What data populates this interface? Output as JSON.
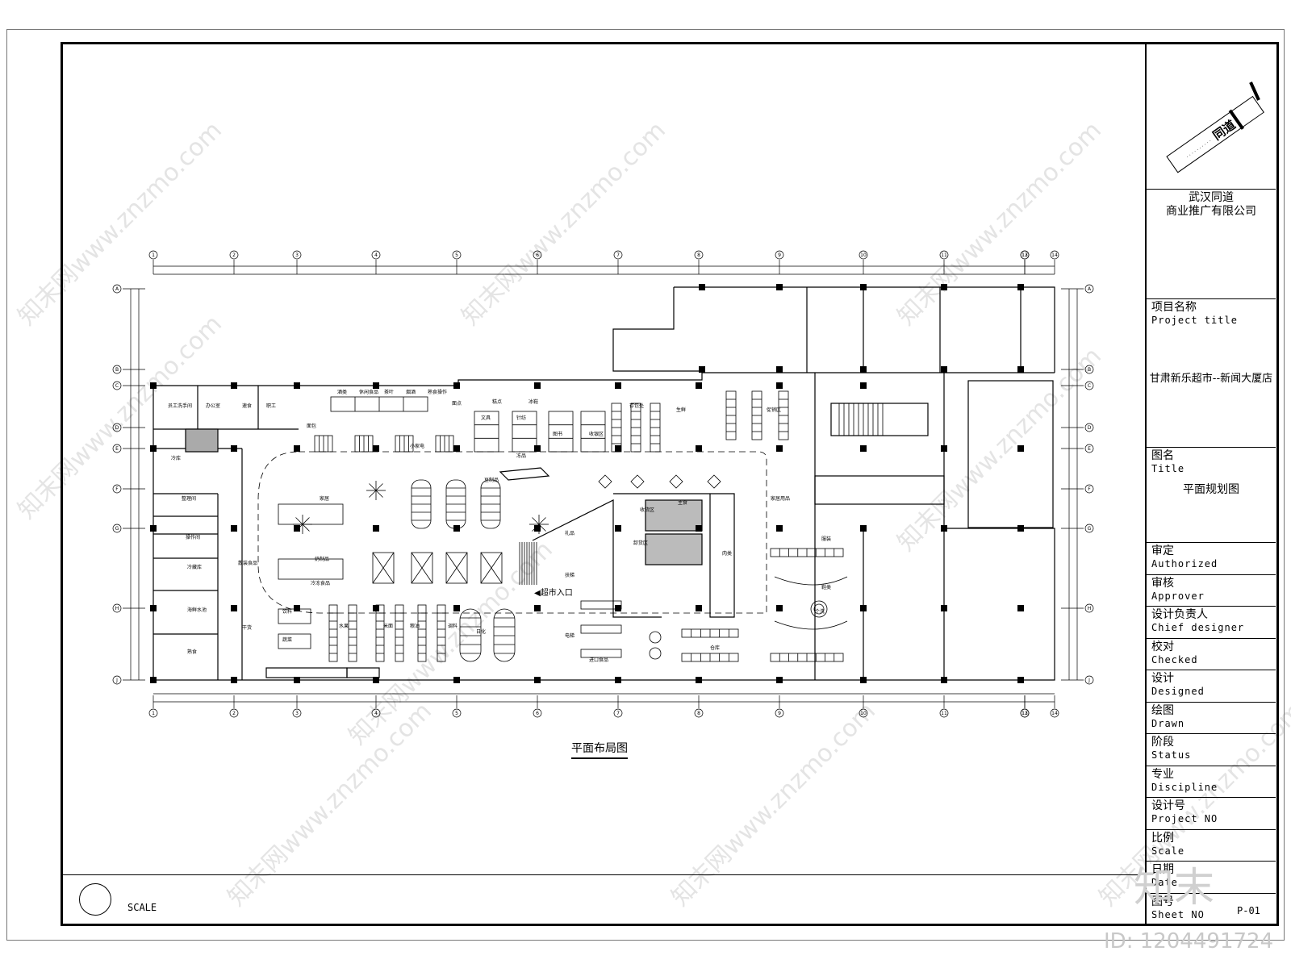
{
  "company": {
    "line1": "武汉同道",
    "line2": "商业推广有限公司"
  },
  "logo": {
    "text": "同道"
  },
  "title_block": {
    "project_title_cn": "项目名称",
    "project_title_en": "Project title",
    "project_name": "甘肃新乐超市--新闻大厦店",
    "title_cn": "图名",
    "title_en": "Title",
    "drawing_name": "平面规划图",
    "fields": [
      {
        "cn": "审定",
        "en": "Authorized"
      },
      {
        "cn": "审核",
        "en": "Approver"
      },
      {
        "cn": "设计负责人",
        "en": "Chief designer"
      },
      {
        "cn": "校对",
        "en": "Checked"
      },
      {
        "cn": "设计",
        "en": "Designed"
      },
      {
        "cn": "绘图",
        "en": "Drawn"
      },
      {
        "cn": "阶段",
        "en": "Status"
      },
      {
        "cn": "专业",
        "en": "Discipline"
      },
      {
        "cn": "设计号",
        "en": "Project NO"
      },
      {
        "cn": "比例",
        "en": "Scale"
      },
      {
        "cn": "日期",
        "en": "Date"
      },
      {
        "cn": "图号",
        "en": "Sheet NO"
      }
    ],
    "sheet_no": "P-01"
  },
  "scale_label": "SCALE",
  "plan_title": "平面布局图",
  "grid": {
    "columns": [
      "1",
      "2",
      "3",
      "4",
      "5",
      "6",
      "7",
      "8",
      "9",
      "10",
      "11",
      "12",
      "13",
      "14"
    ],
    "rows": [
      "A",
      "B",
      "C",
      "D",
      "E",
      "F",
      "G",
      "H",
      "J"
    ]
  },
  "plan_labels": {
    "entrance": "◀超市入口",
    "rooms": [
      "员工洗手间",
      "办公室",
      "职工",
      "冷库",
      "整理间",
      "操作间",
      "冷藏库",
      "海鲜水池",
      "熟食",
      "面包",
      "奶制品",
      "冷冻食品",
      "饮料",
      "蔬菜",
      "水果",
      "米面",
      "粮油",
      "调料",
      "日化",
      "家居",
      "小家电",
      "文具",
      "针纺",
      "图书",
      "收银区",
      "存包处",
      "生鲜",
      "促销区",
      "家居用品",
      "服装",
      "鞋类",
      "个洗",
      "仓库",
      "电梯",
      "扶梯",
      "卸货区",
      "收货区",
      "主食",
      "肉类",
      "豆制品",
      "冻品",
      "速食",
      "酒类",
      "休闲食品",
      "茶叶",
      "烟酒",
      "熟食操作",
      "面点",
      "糕点",
      "冰鞋",
      "礼品",
      "进口食品",
      "散装食品",
      "干货"
    ]
  },
  "watermark": {
    "text": "知末网www.znzmo.com",
    "brand": "知末",
    "id": "ID: 1204491724"
  }
}
